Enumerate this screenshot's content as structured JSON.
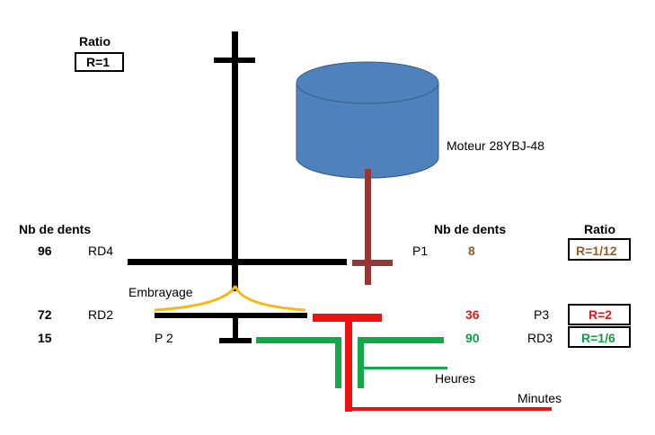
{
  "colors": {
    "black": "#000000",
    "motor": "#4F81BD",
    "motor_edge": "#385D8A",
    "brown_shaft": "#953735",
    "clutch": "#F5B916",
    "red": "#EE1111",
    "green": "#13A84A",
    "brown_text": "#9A5B23",
    "red_text": "#E01B1B",
    "green_text": "#139A48"
  },
  "ratio_top": {
    "heading": "Ratio",
    "value": "R=1"
  },
  "motor": {
    "label": "Moteur 28YBJ-48"
  },
  "left_column": {
    "heading": "Nb de dents",
    "rows": [
      {
        "count": "96",
        "name": "RD4"
      },
      {
        "count": "72",
        "name": "RD2"
      },
      {
        "count": "15",
        "name": "P 2"
      }
    ]
  },
  "right_column": {
    "heading": "Nb de dents",
    "rows": [
      {
        "name": "P1",
        "count": "8"
      },
      {
        "count": "36",
        "name": "P3"
      },
      {
        "count": "90",
        "name": "RD3"
      }
    ]
  },
  "ratio_right": {
    "heading": "Ratio",
    "values": [
      "R=1/12",
      "R=2",
      "R=1/6"
    ]
  },
  "labels": {
    "clutch": "Embrayage",
    "hours": "Heures",
    "minutes": "Minutes"
  }
}
